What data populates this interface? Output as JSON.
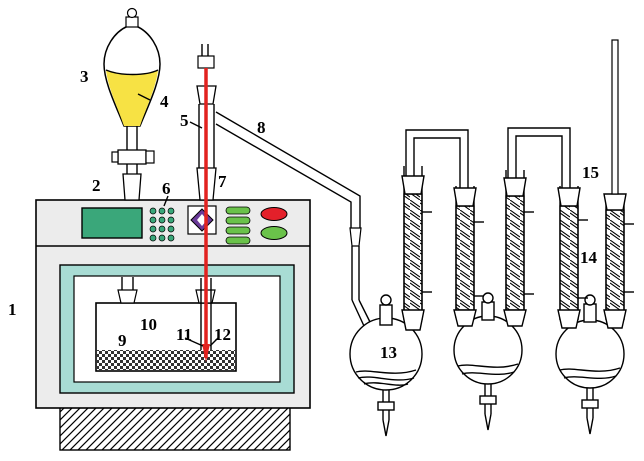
{
  "labels": {
    "l1": "1",
    "l2": "2",
    "l3": "3",
    "l4": "4",
    "l5": "5",
    "l6": "6",
    "l7": "7",
    "l8": "8",
    "l9": "9",
    "l10": "10",
    "l11": "11",
    "l12": "12",
    "l13": "13",
    "l14": "14",
    "l15": "15"
  },
  "colors": {
    "liquid_yellow": "#f7e244",
    "cavity_teal": "#a8dcd4",
    "probe_red": "#e2221f",
    "display_green": "#3aa77a",
    "button_green": "#6ac24a",
    "button_red": "#e3202a",
    "dial_purple": "#6a3a98",
    "cabinet_gray": "#ececec"
  }
}
